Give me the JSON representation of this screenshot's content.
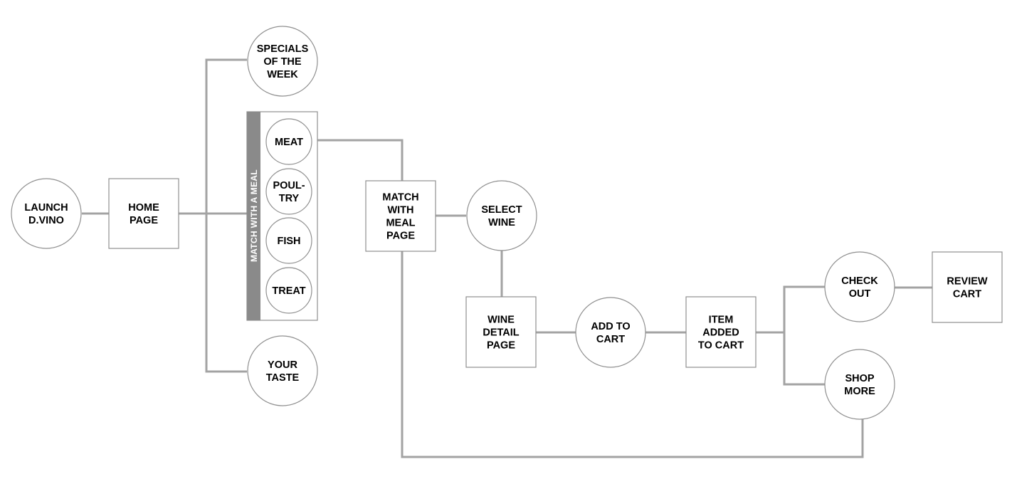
{
  "nodes": {
    "launch": {
      "shape": "circle",
      "lines": [
        "LAUNCH",
        "D.VINO"
      ]
    },
    "home": {
      "shape": "box",
      "lines": [
        "HOME",
        "PAGE"
      ]
    },
    "specials": {
      "shape": "circle",
      "lines": [
        "SPECIALS",
        "OF THE",
        "WEEK"
      ]
    },
    "meat": {
      "shape": "circle",
      "lines": [
        "MEAT"
      ]
    },
    "poultry": {
      "shape": "circle",
      "lines": [
        "POUL-",
        "TRY"
      ]
    },
    "fish": {
      "shape": "circle",
      "lines": [
        "FISH"
      ]
    },
    "treat": {
      "shape": "circle",
      "lines": [
        "TREAT"
      ]
    },
    "your_taste": {
      "shape": "circle",
      "lines": [
        "YOUR",
        "TASTE"
      ]
    },
    "match_page": {
      "shape": "box",
      "lines": [
        "MATCH",
        "WITH",
        "MEAL",
        "PAGE"
      ]
    },
    "select_wine": {
      "shape": "circle",
      "lines": [
        "SELECT",
        "WINE"
      ]
    },
    "wine_detail": {
      "shape": "box",
      "lines": [
        "WINE",
        "DETAIL",
        "PAGE"
      ]
    },
    "add_to_cart": {
      "shape": "circle",
      "lines": [
        "ADD TO",
        "CART"
      ]
    },
    "item_added": {
      "shape": "box",
      "lines": [
        "ITEM",
        "ADDED",
        "TO CART"
      ]
    },
    "check_out": {
      "shape": "circle",
      "lines": [
        "CHECK",
        "OUT"
      ]
    },
    "review_cart": {
      "shape": "box",
      "lines": [
        "REVIEW",
        "CART"
      ]
    },
    "shop_more": {
      "shape": "circle",
      "lines": [
        "SHOP",
        "MORE"
      ]
    }
  },
  "group": {
    "label": "MATCH WITH A MEAL",
    "members": [
      "meat",
      "poultry",
      "fish",
      "treat"
    ]
  },
  "edges": [
    [
      "launch",
      "home"
    ],
    [
      "home",
      "specials"
    ],
    [
      "home",
      "match_with_a_meal"
    ],
    [
      "home",
      "your_taste"
    ],
    [
      "meat",
      "match_page"
    ],
    [
      "match_page",
      "select_wine"
    ],
    [
      "select_wine",
      "wine_detail"
    ],
    [
      "wine_detail",
      "add_to_cart"
    ],
    [
      "add_to_cart",
      "item_added"
    ],
    [
      "item_added",
      "check_out"
    ],
    [
      "item_added",
      "shop_more"
    ],
    [
      "check_out",
      "review_cart"
    ],
    [
      "shop_more",
      "match_page"
    ]
  ],
  "colors": {
    "connector": "#a3a3a3",
    "outline": "#8f8f8f",
    "group_bar": "#8a8a8a",
    "text": "#000000"
  }
}
